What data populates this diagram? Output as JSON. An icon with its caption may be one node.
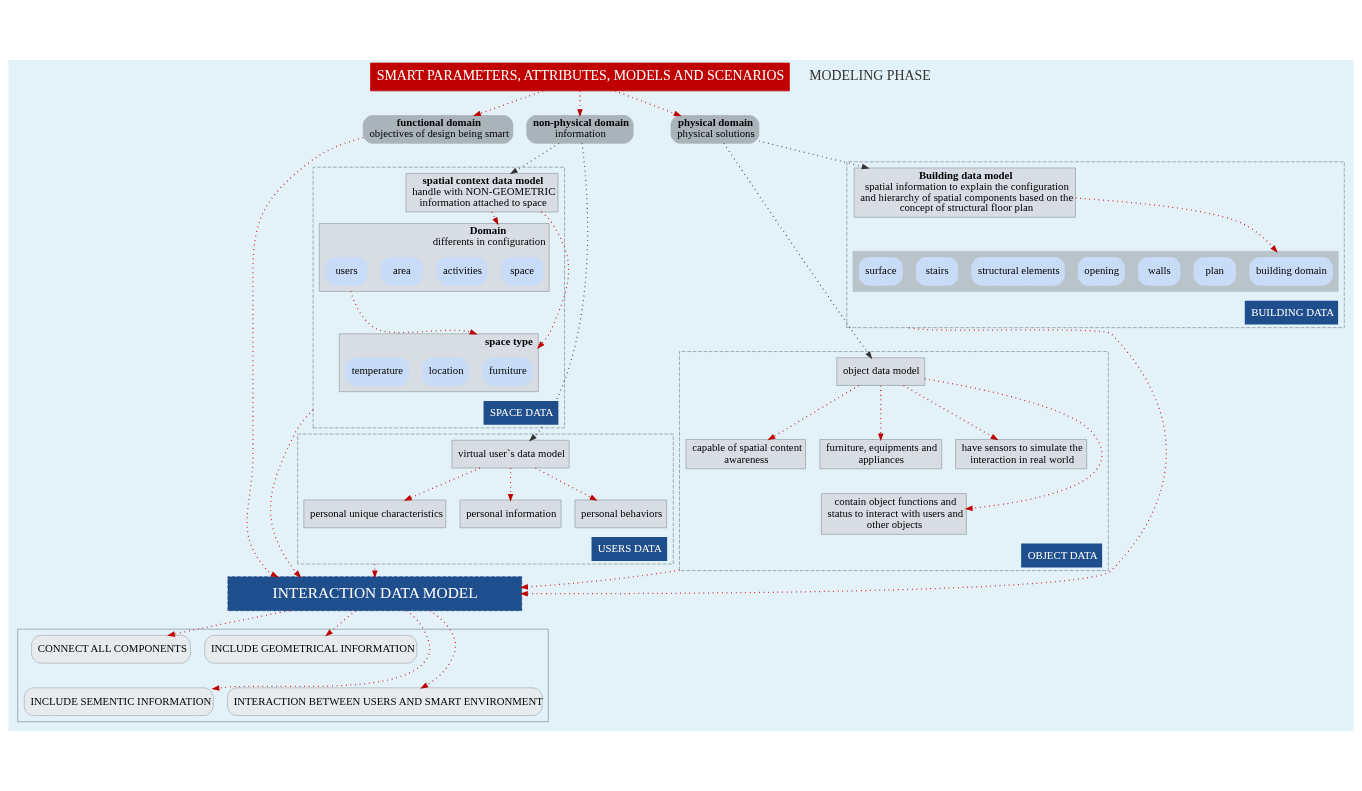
{
  "diagram": {
    "nodes": [
      {
        "text": [
          "SMART PARAMETERS, ATTRIBUTES, MODELS AND SCENARIOS"
        ]
      },
      {
        "text": [
          "non-physical domain",
          "information"
        ]
      },
      {
        "text": [
          "physical domain",
          "physical solutions"
        ]
      },
      {
        "text": [
          "functional domain",
          "objectives of design being smart"
        ]
      },
      {
        "text": [
          "SPACE DATA"
        ]
      },
      {
        "text": [
          "spatial context data model",
          "handle with NON-GEOMETRIC information attached to space"
        ],
        "in": 4
      },
      {
        "text": [
          "Domain",
          "differents in configuration"
        ],
        "in": 4
      },
      {
        "text": [
          "space"
        ],
        "in": 6
      },
      {
        "text": [
          "activities"
        ],
        "in": 6
      },
      {
        "text": [
          "area"
        ],
        "in": 6
      },
      {
        "text": [
          "users"
        ],
        "in": 6
      },
      {
        "text": [
          "space type"
        ],
        "in": 4
      },
      {
        "text": [
          "furniture"
        ],
        "in": 11
      },
      {
        "text": [
          "location"
        ],
        "in": 11
      },
      {
        "text": [
          "temperature"
        ],
        "in": 11
      },
      {
        "text": [
          "BUILDING DATA"
        ]
      },
      {
        "text": [
          "Building data model",
          "spatial information to explain the configuration and hierarchy of spatial components based on the concept of structural floor plan"
        ],
        "in": 15
      },
      {
        "text": [],
        "shape": "bar",
        "in": 15
      },
      {
        "text": [
          "building domain"
        ],
        "in": 17
      },
      {
        "text": [
          "plan"
        ],
        "in": 17
      },
      {
        "text": [
          "walls"
        ],
        "in": 17
      },
      {
        "text": [
          "opening"
        ],
        "in": 17
      },
      {
        "text": [
          "structural elements"
        ],
        "in": 17
      },
      {
        "text": [
          "stairs"
        ],
        "in": 17
      },
      {
        "text": [
          "surface"
        ],
        "in": 17
      },
      {
        "text": [
          "USERS DATA"
        ]
      },
      {
        "text": [
          "virtual user`s data model"
        ],
        "in": 25
      },
      {
        "text": [
          "personal information"
        ],
        "in": 25
      },
      {
        "text": [
          "personal behaviors"
        ],
        "in": 25
      },
      {
        "text": [
          "personal unique characteristics"
        ],
        "in": 25
      },
      {
        "text": [
          "OBJECT DATA"
        ]
      },
      {
        "text": [
          "object data model"
        ],
        "in": 30
      },
      {
        "text": [
          "capable of spatial content awareness"
        ],
        "in": 30
      },
      {
        "text": [
          "furniture, equipments and appliances"
        ],
        "in": 30
      },
      {
        "text": [
          "have sensors to simulate the interaction in real world"
        ],
        "in": 30
      },
      {
        "text": [
          "contain object functions and status to interact with users and other objects"
        ],
        "in": 30
      },
      {
        "text": [
          "INTERACTION DATA MODEL"
        ]
      },
      {
        "text": [],
        "shape": "box"
      },
      {
        "text": [
          "CONNECT ALL COMPONENTS"
        ],
        "in": 37
      },
      {
        "text": [
          "INCLUDE GEOMETRICAL INFORMATION"
        ],
        "in": 37
      },
      {
        "text": [
          "INCLUDE SEMENTIC INFORMATION"
        ],
        "in": 37
      },
      {
        "text": [
          "INTERACTION BETWEEN USERS AND SMART ENVIRONMENT"
        ],
        "in": 37
      }
    ],
    "edges": [
      {
        "from": 0,
        "to": 3,
        "arrow": "to"
      },
      {
        "from": 0,
        "to": 1,
        "arrow": "to"
      },
      {
        "from": 0,
        "to": 2,
        "arrow": "to"
      },
      {
        "from": 1,
        "to": 5,
        "arrow": "to",
        "color": "#333333"
      },
      {
        "from": 1,
        "to": 26,
        "arrow": "to",
        "color": "#333333"
      },
      {
        "from": 2,
        "to": 16,
        "arrow": "to",
        "color": "#333333"
      },
      {
        "from": 2,
        "to": 31,
        "arrow": "to",
        "color": "#333333"
      },
      {
        "from": 5,
        "to": 6,
        "arrow": "to"
      },
      {
        "from": 5,
        "to": 11,
        "arrow": "to"
      },
      {
        "from": 6,
        "to": 11,
        "arrow": "to"
      },
      {
        "from": 16,
        "to": 17,
        "arrow": "to"
      },
      {
        "from": 26,
        "to": 27,
        "arrow": "to"
      },
      {
        "from": 26,
        "to": 28,
        "arrow": "to"
      },
      {
        "from": 26,
        "to": 29,
        "arrow": "to"
      },
      {
        "from": 31,
        "to": 32,
        "arrow": "to"
      },
      {
        "from": 31,
        "to": 33,
        "arrow": "to"
      },
      {
        "from": 31,
        "to": 34,
        "arrow": "to"
      },
      {
        "from": 31,
        "to": 35,
        "arrow": "to"
      },
      {
        "from": 3,
        "to": 36,
        "arrow": "to"
      },
      {
        "from": 25,
        "to": 36,
        "arrow": "to"
      },
      {
        "from": 4,
        "to": 36,
        "arrow": "to"
      },
      {
        "from": 30,
        "to": 36,
        "arrow": "to"
      },
      {
        "from": 15,
        "to": 36,
        "arrow": "to"
      },
      {
        "from": 36,
        "to": 38,
        "arrow": "to"
      },
      {
        "from": 36,
        "to": 39,
        "arrow": "to"
      },
      {
        "from": 36,
        "to": 40,
        "arrow": "to"
      },
      {
        "from": 36,
        "to": 41,
        "arrow": "to"
      }
    ],
    "labels": [
      "MODELING PHASE"
    ]
  }
}
